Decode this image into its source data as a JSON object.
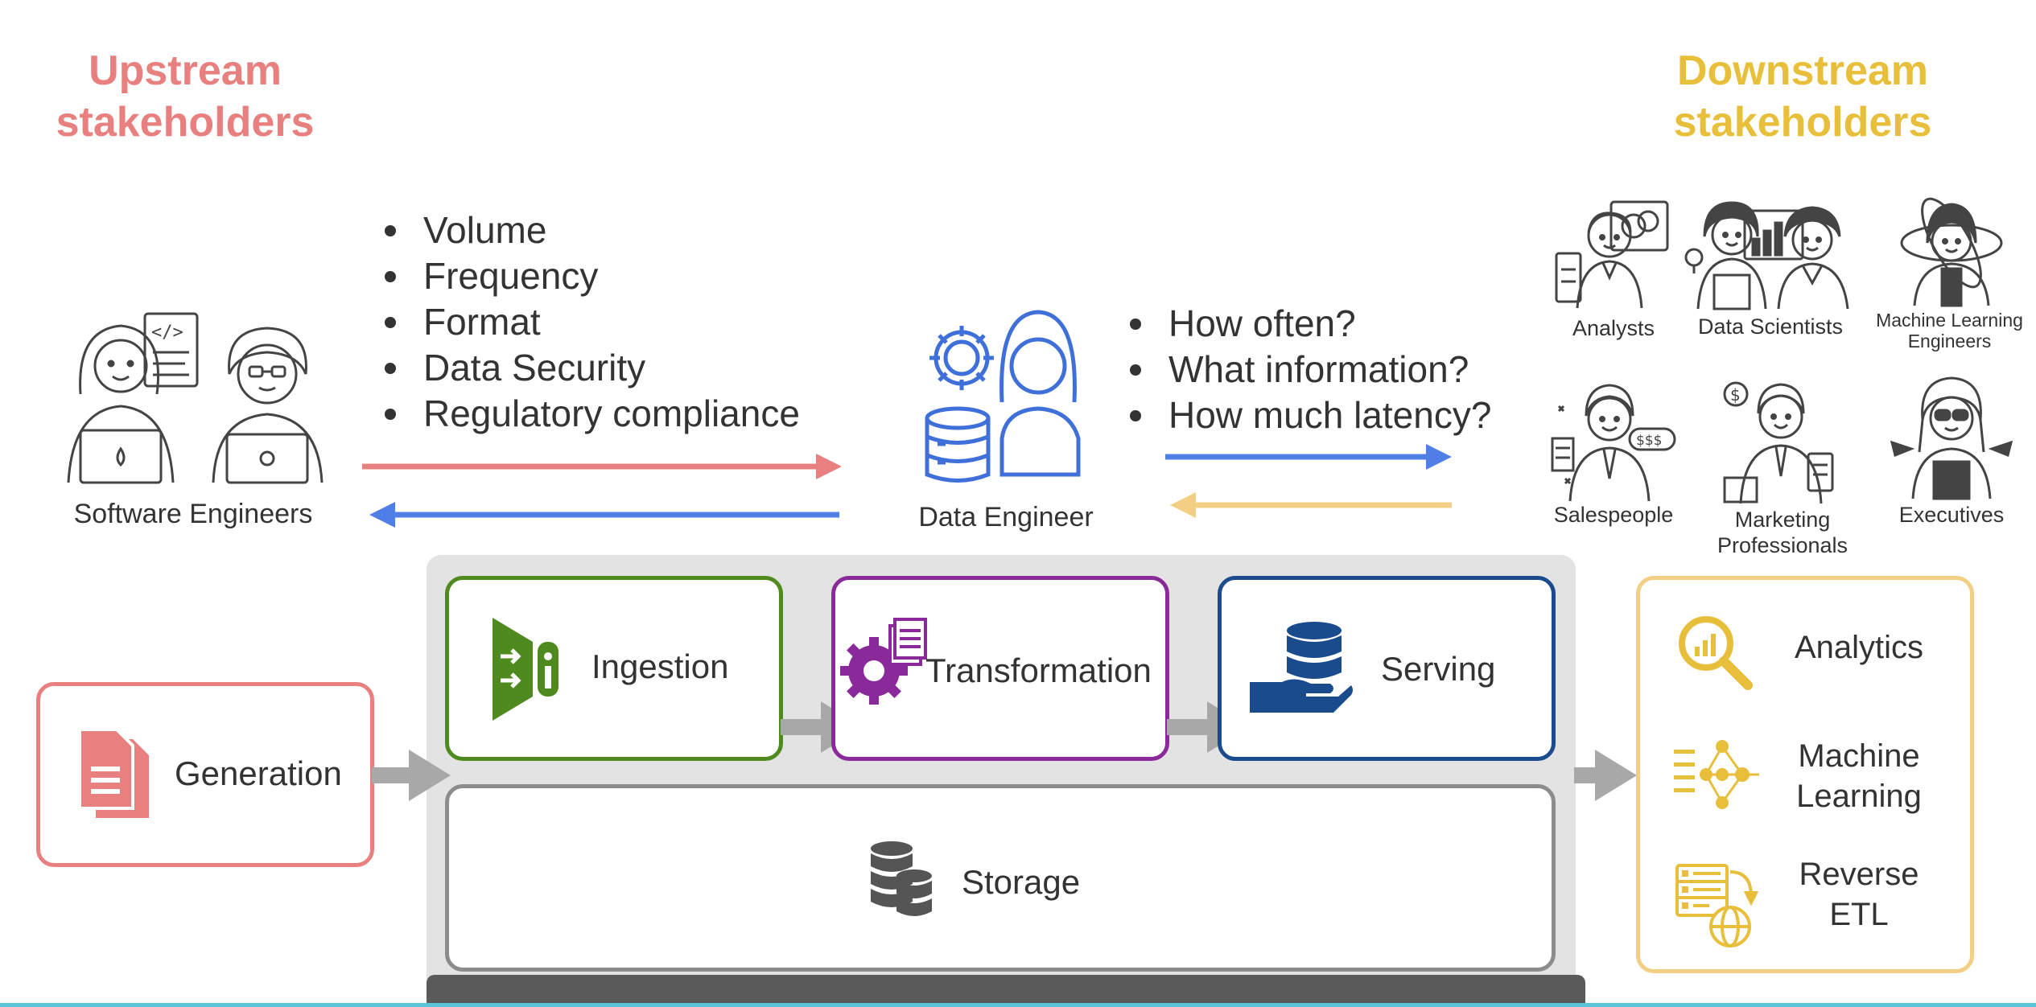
{
  "upstream": {
    "heading_line1": "Upstream",
    "heading_line2": "stakeholders",
    "bullets": [
      "Volume",
      "Frequency",
      "Format",
      "Data Security",
      "Regulatory compliance"
    ],
    "role_label": "Software Engineers"
  },
  "center": {
    "role_label": "Data Engineer",
    "questions": [
      "How often?",
      "What information?",
      "How much latency?"
    ]
  },
  "downstream": {
    "heading_line1": "Downstream",
    "heading_line2": "stakeholders",
    "roles": {
      "analysts": "Analysts",
      "data_scientists": "Data Scientists",
      "ml_engineers_line1": "Machine Learning",
      "ml_engineers_line2": "Engineers",
      "salespeople": "Salespeople",
      "marketing_line1": "Marketing",
      "marketing_line2": "Professionals",
      "executives": "Executives"
    }
  },
  "lifecycle": {
    "generation": "Generation",
    "ingestion": "Ingestion",
    "transformation": "Transformation",
    "serving": "Serving",
    "storage": "Storage"
  },
  "outputs": {
    "analytics": "Analytics",
    "ml_line1": "Machine",
    "ml_line2": "Learning",
    "retl_line1": "Reverse",
    "retl_line2": "ETL"
  },
  "colors": {
    "upstream": "#e88080",
    "downstream": "#e8bf3a",
    "blue_arrow": "#4f7fe6",
    "ingestion": "#4e8a1e",
    "transformation": "#8a2a9a",
    "serving": "#1a4b8c",
    "storage": "#8c8c8c",
    "panel": "#e3e3e3"
  }
}
